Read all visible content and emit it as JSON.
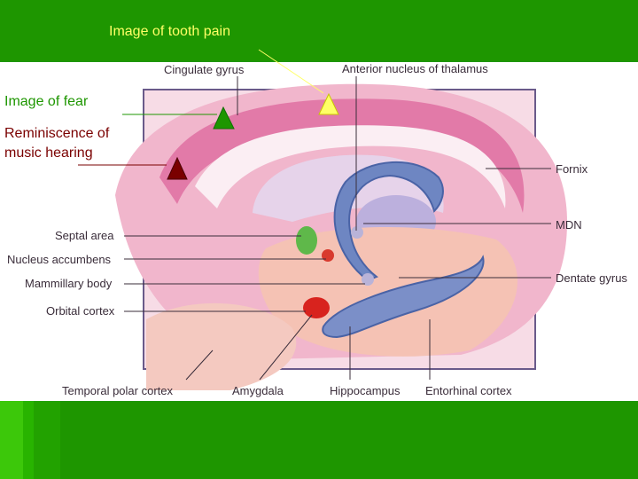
{
  "annotations": {
    "tooth_pain": "Image of tooth pain",
    "fear": "Image of fear",
    "music": "Reminiscence of music hearing"
  },
  "labels": {
    "cingulate_gyrus": "Cingulate gyrus",
    "anterior_nucleus": "Anterior nucleus of thalamus",
    "fornix": "Fornix",
    "mdn": "MDN",
    "septal_area": "Septal area",
    "nucleus_accumbens": "Nucleus accumbens",
    "mammillary_body": "Mammillary body",
    "dentate_gyrus": "Dentate gyrus",
    "orbital_cortex": "Orbital cortex",
    "temporal_polar_cortex": "Temporal polar cortex",
    "amygdala": "Amygdala",
    "hippocampus": "Hippocampus",
    "entorhinal_cortex": "Entorhinal cortex"
  },
  "colors": {
    "band_green": "#1e9600",
    "tooth_marker": "#ffff66",
    "fear_marker": "#1e9600",
    "music_marker": "#7a0000"
  }
}
